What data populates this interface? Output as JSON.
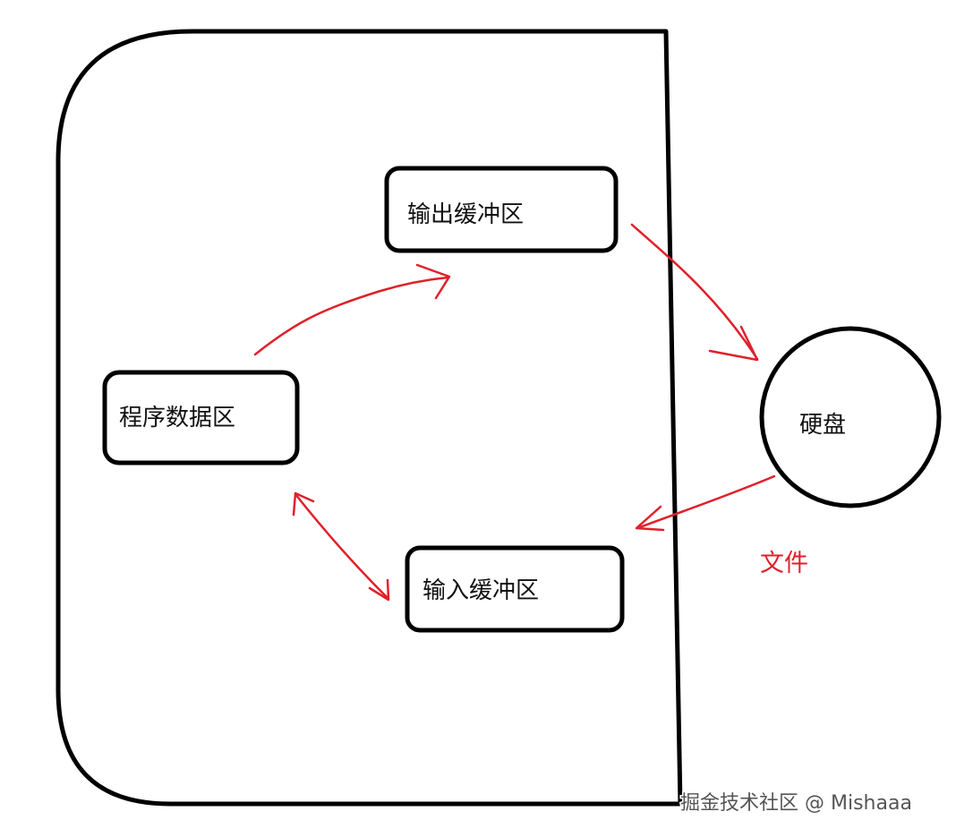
{
  "diagram": {
    "nodes": {
      "output_buffer": {
        "label": "输出缓冲区"
      },
      "program_data": {
        "label": "程序数据区"
      },
      "input_buffer": {
        "label": "输入缓冲区"
      },
      "disk": {
        "label": "硬盘"
      }
    },
    "edge_label": "文件",
    "colors": {
      "outline": "#000000",
      "arrow": "#e0202a",
      "label_red": "#e0202a",
      "text": "#111111"
    }
  },
  "watermark": "掘金技术社区 @ Mishaaa"
}
